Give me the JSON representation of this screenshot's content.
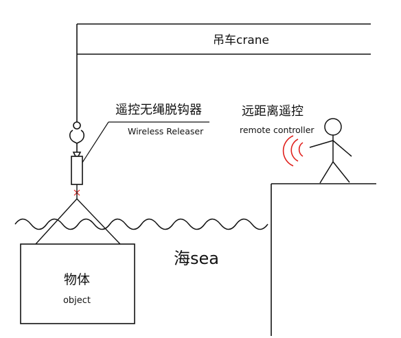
{
  "crane_label": "吊车crane",
  "releaser": {
    "label_zh": "遥控无绳脱钩器",
    "label_en": "Wireless Releaser"
  },
  "controller": {
    "label_zh": "远距离遥控",
    "label_en": "remote controller"
  },
  "sea_label": "海sea",
  "object": {
    "label_zh": "物体",
    "label_en": "object"
  },
  "colors": {
    "line": "#111111",
    "signal": "#e0201c",
    "background": "#ffffff"
  }
}
